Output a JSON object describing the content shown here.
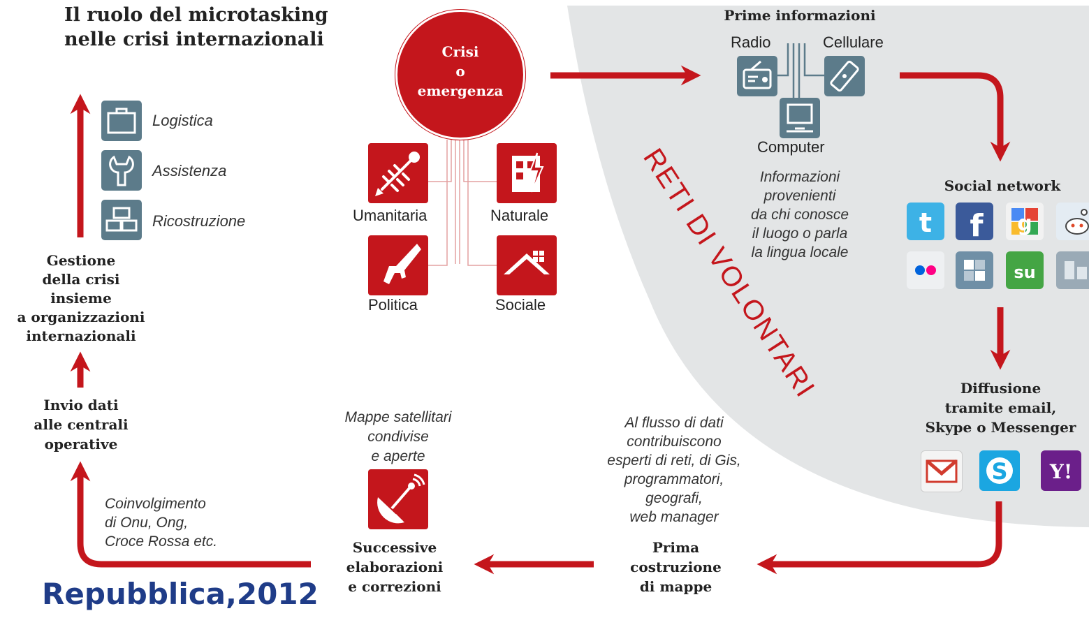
{
  "title": "Il ruolo del microtasking\nnelle crisi internazionali",
  "crisis": {
    "label": "Crisi\no\nemergenza",
    "types": [
      "Umanitaria",
      "Naturale",
      "Politica",
      "Sociale"
    ]
  },
  "volunteer_networks": "RETI DI VOLONTARI",
  "first_info": {
    "title": "Prime informazioni",
    "radio": "Radio",
    "cellulare": "Cellulare",
    "computer": "Computer",
    "note": "Informazioni\nprovenienti\nda chi conosce\nil luogo o parla\nla lingua locale"
  },
  "social": {
    "title": "Social network",
    "icons": [
      "twitter-icon",
      "facebook-icon",
      "google-icon",
      "reddit-icon",
      "flickr-icon",
      "delicious-icon",
      "stumbleupon-icon",
      "digg-icon"
    ]
  },
  "diffusion": {
    "title": "Diffusione\ntramite email,\nSkype o Messenger",
    "icons": [
      "gmail-icon",
      "skype-icon",
      "yahoo-icon"
    ]
  },
  "contributors_note": "Al flusso di dati\ncontribuiscono\nesperti di reti, di Gis,\nprogrammatori,\ngeografi,\nweb manager",
  "first_maps": "Prima\ncostruzione\ndi mappe",
  "satellite_note": "Mappe satellitari\ncondivise\ne aperte",
  "corrections": "Successive\nelaborazioni\ne correzioni",
  "involvement_note": "Coinvolgimento\ndi Onu, Ong,\nCroce Rossa etc.",
  "send_data": "Invio dati\nalle centrali\noperative",
  "crisis_mgmt": "Gestione\ndella crisi\ninsieme\na organizzazioni\ninternazionali",
  "actions": [
    "Logistica",
    "Assistenza",
    "Ricostruzione"
  ],
  "credit": "Repubblica,2012",
  "colors": {
    "accent": "#c4161c",
    "slate": "#5c7b8a",
    "gray_area": "#e3e5e6",
    "credit": "#1f3c88"
  }
}
